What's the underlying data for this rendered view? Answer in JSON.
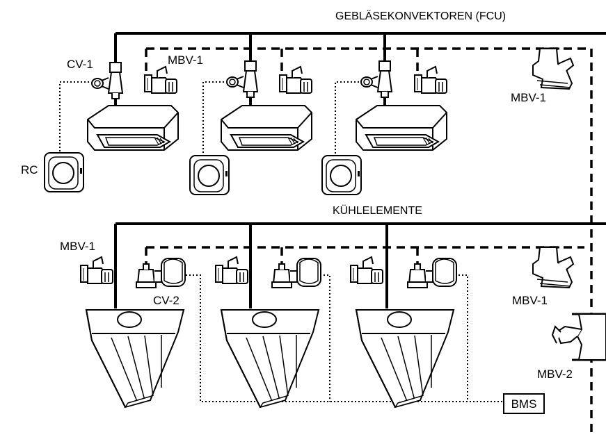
{
  "headers": {
    "fcu": "GEBLÄSEKONVEKTOREN (FCU)",
    "cooling": "KÜHLELEMENTE"
  },
  "labels": {
    "cv1": "CV-1",
    "mbv1_top": "MBV-1",
    "mbv1_riser_top": "MBV-1",
    "rc": "RC",
    "mbv1_bottom": "MBV-1",
    "cv2": "CV-2",
    "mbv1_riser_bottom": "MBV-1",
    "mbv2": "MBV-2",
    "bms": "BMS"
  },
  "line_styles": {
    "supply": "solid",
    "return": "dashed",
    "control": "dotted"
  },
  "colors": {
    "line": "#000000",
    "background": "#ffffff",
    "component_fill": "#ffffff"
  },
  "icons": {
    "fan_coil_unit": "fcu-icon",
    "room_controller": "room-controller-icon",
    "control_valve": "control-valve-icon",
    "balancing_valve": "balancing-valve-icon",
    "actuator": "actuator-icon",
    "chilled_beam": "chilled-beam-icon"
  }
}
